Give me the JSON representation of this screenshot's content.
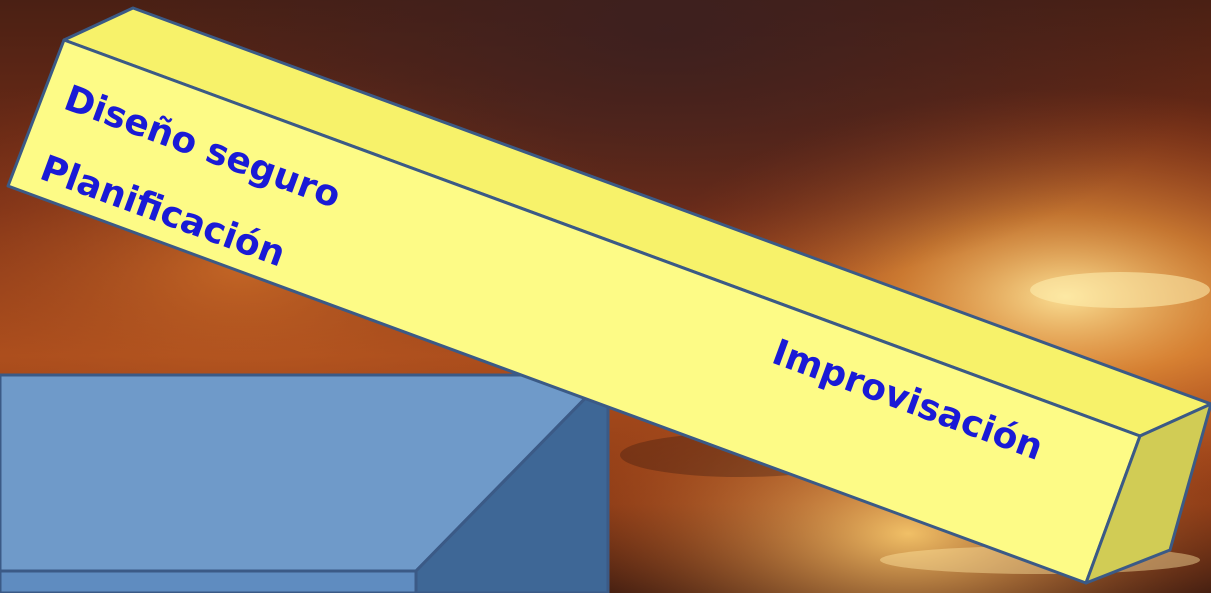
{
  "beam": {
    "left_line1": "Diseño seguro",
    "left_line2": "Planificación",
    "right_text": "Improvisación"
  },
  "colors": {
    "beam_top": "#f7f26a",
    "beam_front": "#fdfb86",
    "beam_end": "#d1cc55",
    "outline": "#3b5a86",
    "text": "#1a1ad6",
    "box_front": "#6f9ac9",
    "box_side": "#3e6796",
    "sky_dark": "#3a1a12",
    "sky_orange": "#c0591f",
    "sky_glow": "#f5d57a"
  }
}
